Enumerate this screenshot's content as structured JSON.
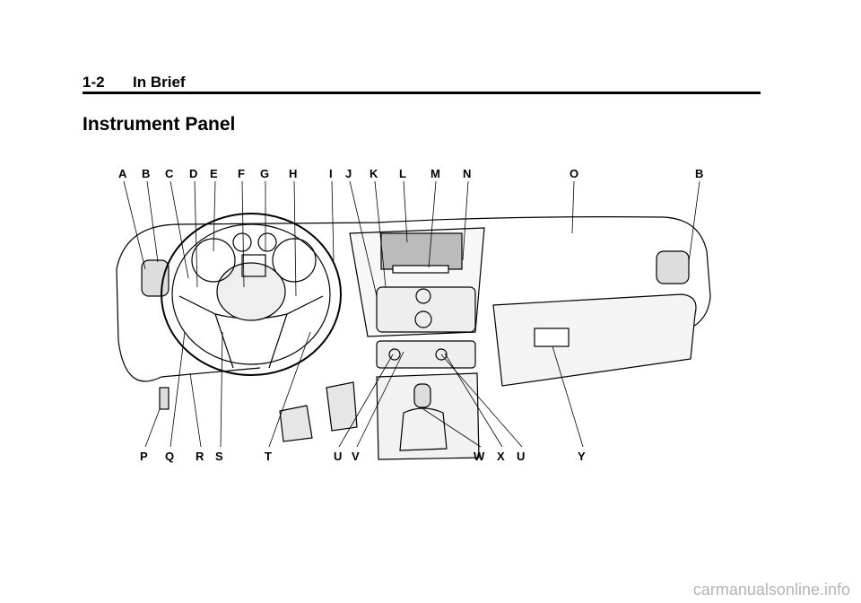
{
  "header": {
    "page_number": "1-2",
    "section": "In Brief"
  },
  "page_title": "Instrument Panel",
  "diagram": {
    "top_labels": [
      "A",
      "B",
      "C",
      "D",
      "E",
      "F",
      "G",
      "H",
      "I",
      "J",
      "K",
      "L",
      "M",
      "N",
      "O",
      "B"
    ],
    "bottom_labels": [
      "P",
      "Q",
      "R",
      "S",
      "T",
      "U",
      "V",
      "W",
      "X",
      "U",
      "Y"
    ]
  },
  "watermark": "carmanualsonline.info"
}
